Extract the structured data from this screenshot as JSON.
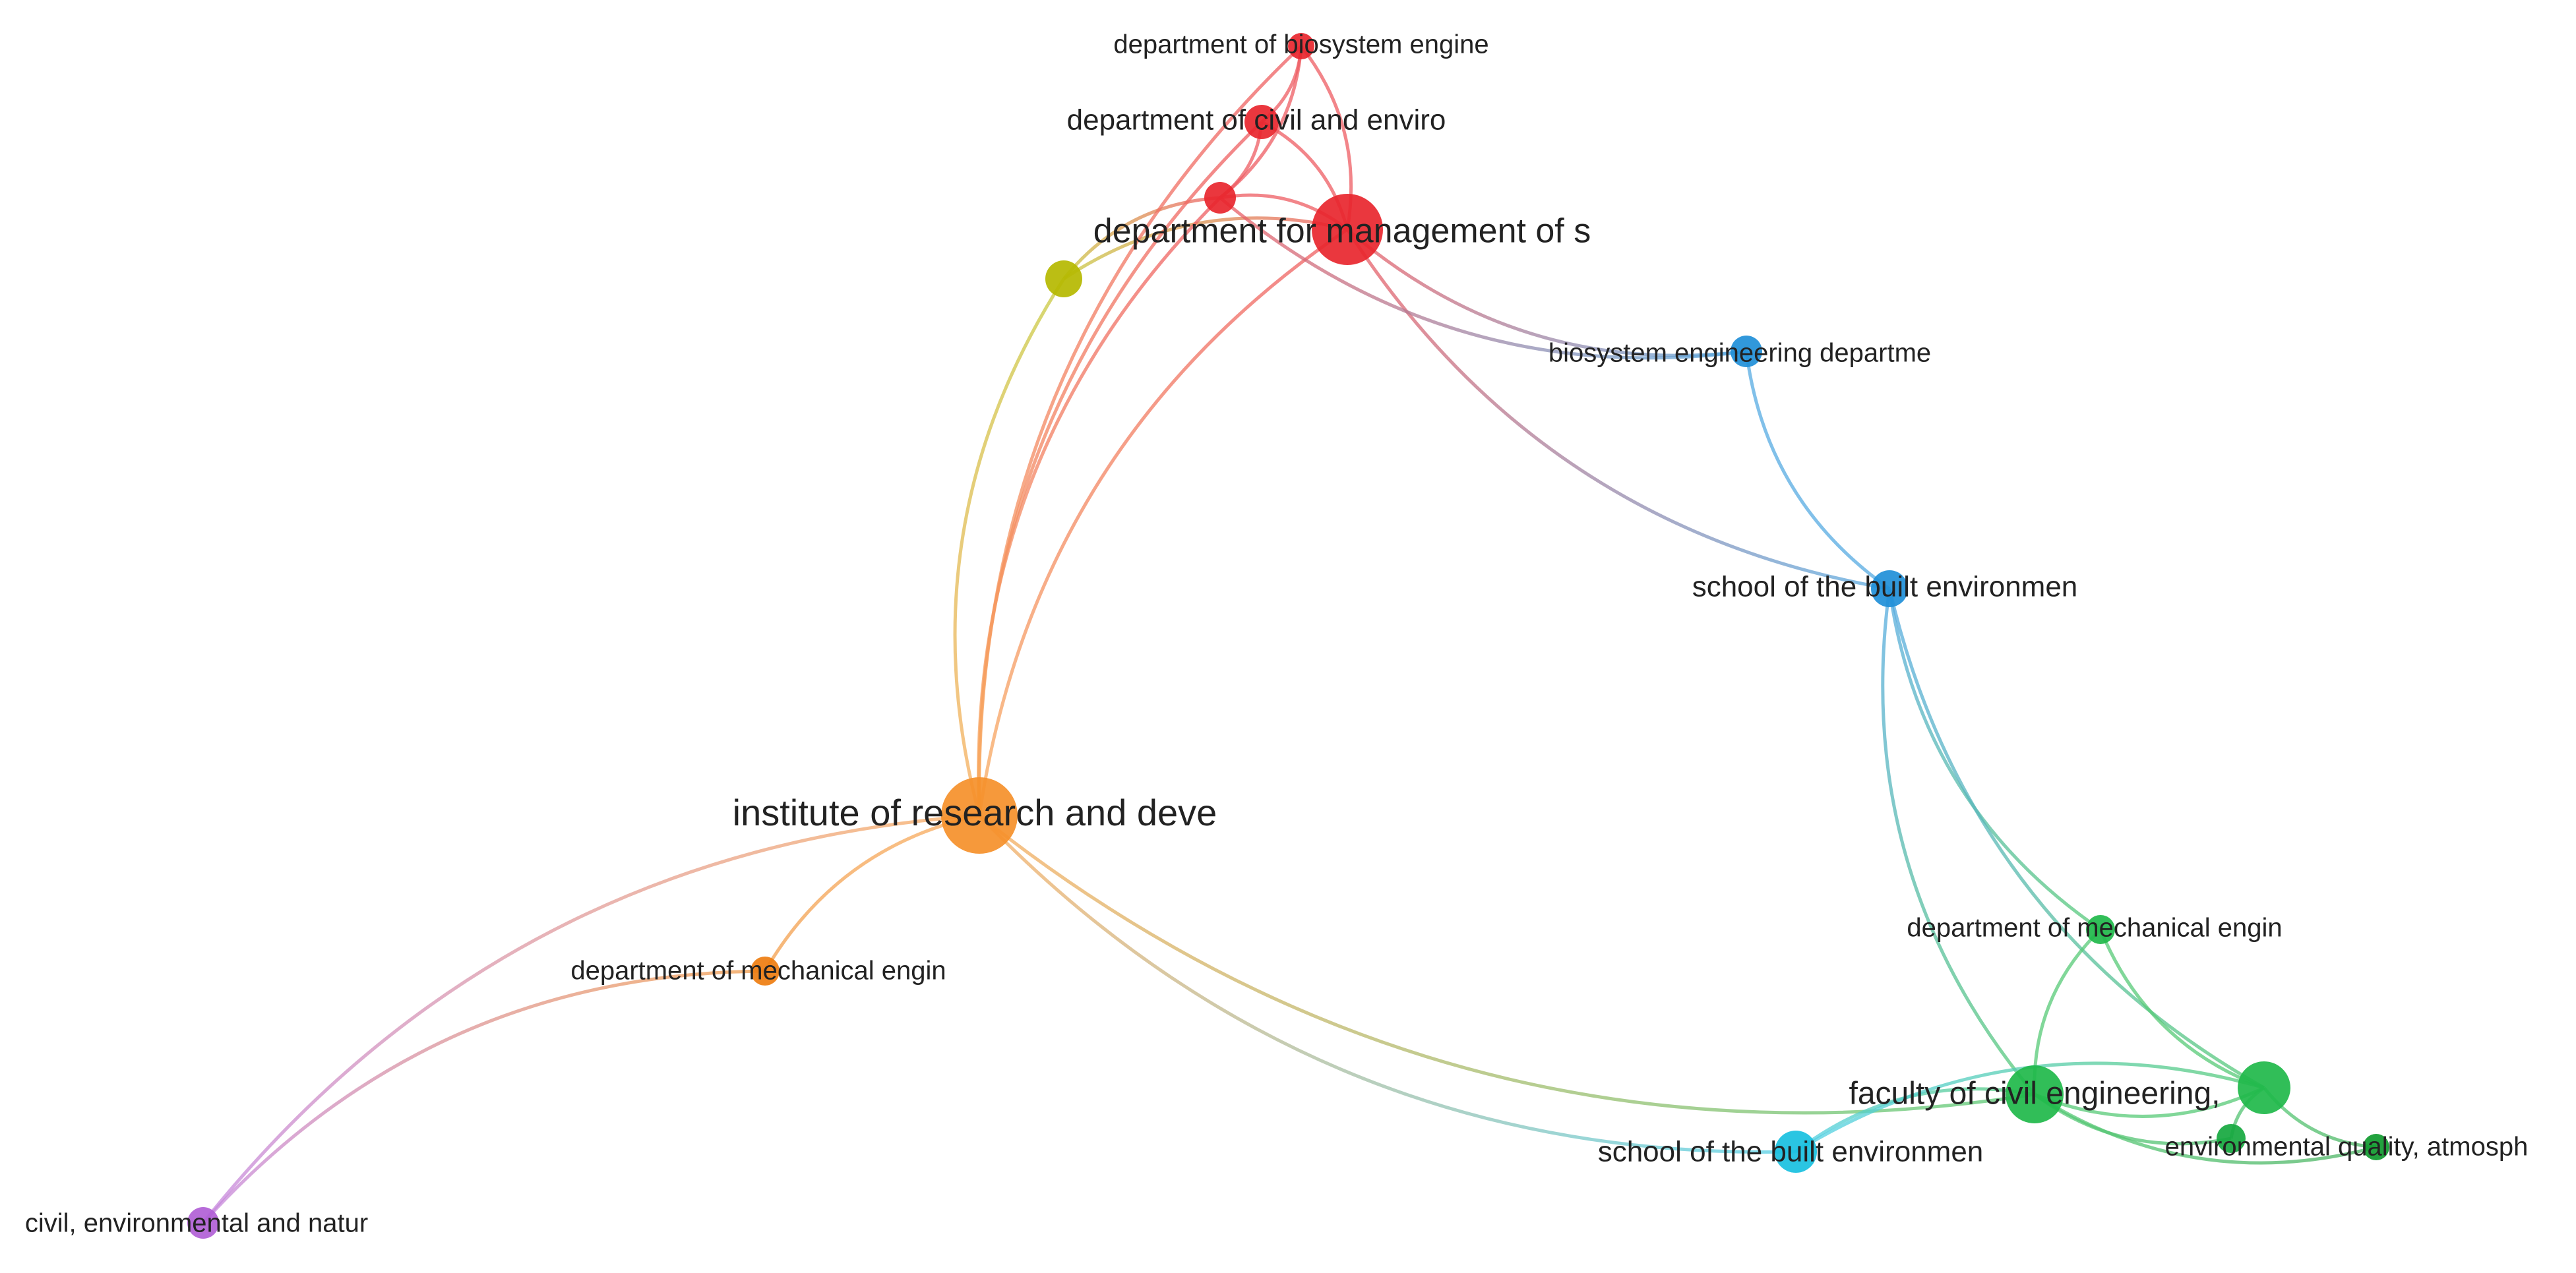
{
  "nodes": [
    {
      "id": "n-biosys-eng-top",
      "label": "department of biosystem engine",
      "color": "#e8262e",
      "cluster": "red"
    },
    {
      "id": "n-civil-enviro",
      "label": "department of civil and enviro",
      "color": "#e8262e",
      "cluster": "red"
    },
    {
      "id": "n-red-small",
      "label": "",
      "color": "#e8262e",
      "cluster": "red"
    },
    {
      "id": "n-mgmt",
      "label": "department for management of s",
      "color": "#e8262e",
      "cluster": "red"
    },
    {
      "id": "n-yellow",
      "label": "",
      "color": "#b5b800",
      "cluster": "yellow"
    },
    {
      "id": "n-biosys-dept",
      "label": "biosystem engineering departme",
      "color": "#1f8fd8",
      "cluster": "blue"
    },
    {
      "id": "n-built-env-1",
      "label": "school of the built environmen",
      "color": "#1f8fd8",
      "cluster": "blue"
    },
    {
      "id": "n-inst-research",
      "label": "institute of research and deve",
      "color": "#f5902a",
      "cluster": "orange"
    },
    {
      "id": "n-mech-orange",
      "label": "department of mechanical engin",
      "color": "#ee7d10",
      "cluster": "orange"
    },
    {
      "id": "n-civil-natur",
      "label": "civil, environmental and natur",
      "color": "#b15fd6",
      "cluster": "purple"
    },
    {
      "id": "n-mech-green",
      "label": "department of mechanical engin",
      "color": "#1fb84a",
      "cluster": "green"
    },
    {
      "id": "n-fac-civil",
      "label": "faculty of civil engineering,",
      "color": "#1fb84a",
      "cluster": "green"
    },
    {
      "id": "n-green-big",
      "label": "",
      "color": "#1fb84a",
      "cluster": "green"
    },
    {
      "id": "n-green-small",
      "label": "",
      "color": "#16a83f",
      "cluster": "green"
    },
    {
      "id": "n-env-quality",
      "label": "environmental quality, atmosph",
      "color": "#0f9a2e",
      "cluster": "green"
    },
    {
      "id": "n-built-env-2",
      "label": "school of the built environmen",
      "color": "#18c0e0",
      "cluster": "cyan"
    }
  ],
  "links": [
    {
      "source": "n-mgmt",
      "target": "n-biosys-eng-top"
    },
    {
      "source": "n-mgmt",
      "target": "n-civil-enviro"
    },
    {
      "source": "n-mgmt",
      "target": "n-red-small"
    },
    {
      "source": "n-mgmt",
      "target": "n-yellow"
    },
    {
      "source": "n-mgmt",
      "target": "n-biosys-dept"
    },
    {
      "source": "n-mgmt",
      "target": "n-built-env-1"
    },
    {
      "source": "n-mgmt",
      "target": "n-inst-research"
    },
    {
      "source": "n-red-small",
      "target": "n-biosys-eng-top"
    },
    {
      "source": "n-red-small",
      "target": "n-civil-enviro"
    },
    {
      "source": "n-red-small",
      "target": "n-yellow"
    },
    {
      "source": "n-red-small",
      "target": "n-biosys-dept"
    },
    {
      "source": "n-red-small",
      "target": "n-inst-research"
    },
    {
      "source": "n-civil-enviro",
      "target": "n-biosys-eng-top"
    },
    {
      "source": "n-civil-enviro",
      "target": "n-inst-research"
    },
    {
      "source": "n-biosys-eng-top",
      "target": "n-inst-research"
    },
    {
      "source": "n-yellow",
      "target": "n-inst-research"
    },
    {
      "source": "n-biosys-dept",
      "target": "n-built-env-1"
    },
    {
      "source": "n-built-env-1",
      "target": "n-fac-civil"
    },
    {
      "source": "n-built-env-1",
      "target": "n-mech-green"
    },
    {
      "source": "n-built-env-1",
      "target": "n-green-big"
    },
    {
      "source": "n-inst-research",
      "target": "n-mech-orange"
    },
    {
      "source": "n-inst-research",
      "target": "n-civil-natur"
    },
    {
      "source": "n-inst-research",
      "target": "n-built-env-2"
    },
    {
      "source": "n-inst-research",
      "target": "n-fac-civil"
    },
    {
      "source": "n-mech-orange",
      "target": "n-civil-natur"
    },
    {
      "source": "n-mech-green",
      "target": "n-fac-civil"
    },
    {
      "source": "n-mech-green",
      "target": "n-green-big"
    },
    {
      "source": "n-fac-civil",
      "target": "n-built-env-2"
    },
    {
      "source": "n-fac-civil",
      "target": "n-green-big"
    },
    {
      "source": "n-fac-civil",
      "target": "n-green-small"
    },
    {
      "source": "n-fac-civil",
      "target": "n-env-quality"
    },
    {
      "source": "n-green-big",
      "target": "n-green-small"
    },
    {
      "source": "n-green-big",
      "target": "n-env-quality"
    },
    {
      "source": "n-green-big",
      "target": "n-built-env-2"
    }
  ]
}
